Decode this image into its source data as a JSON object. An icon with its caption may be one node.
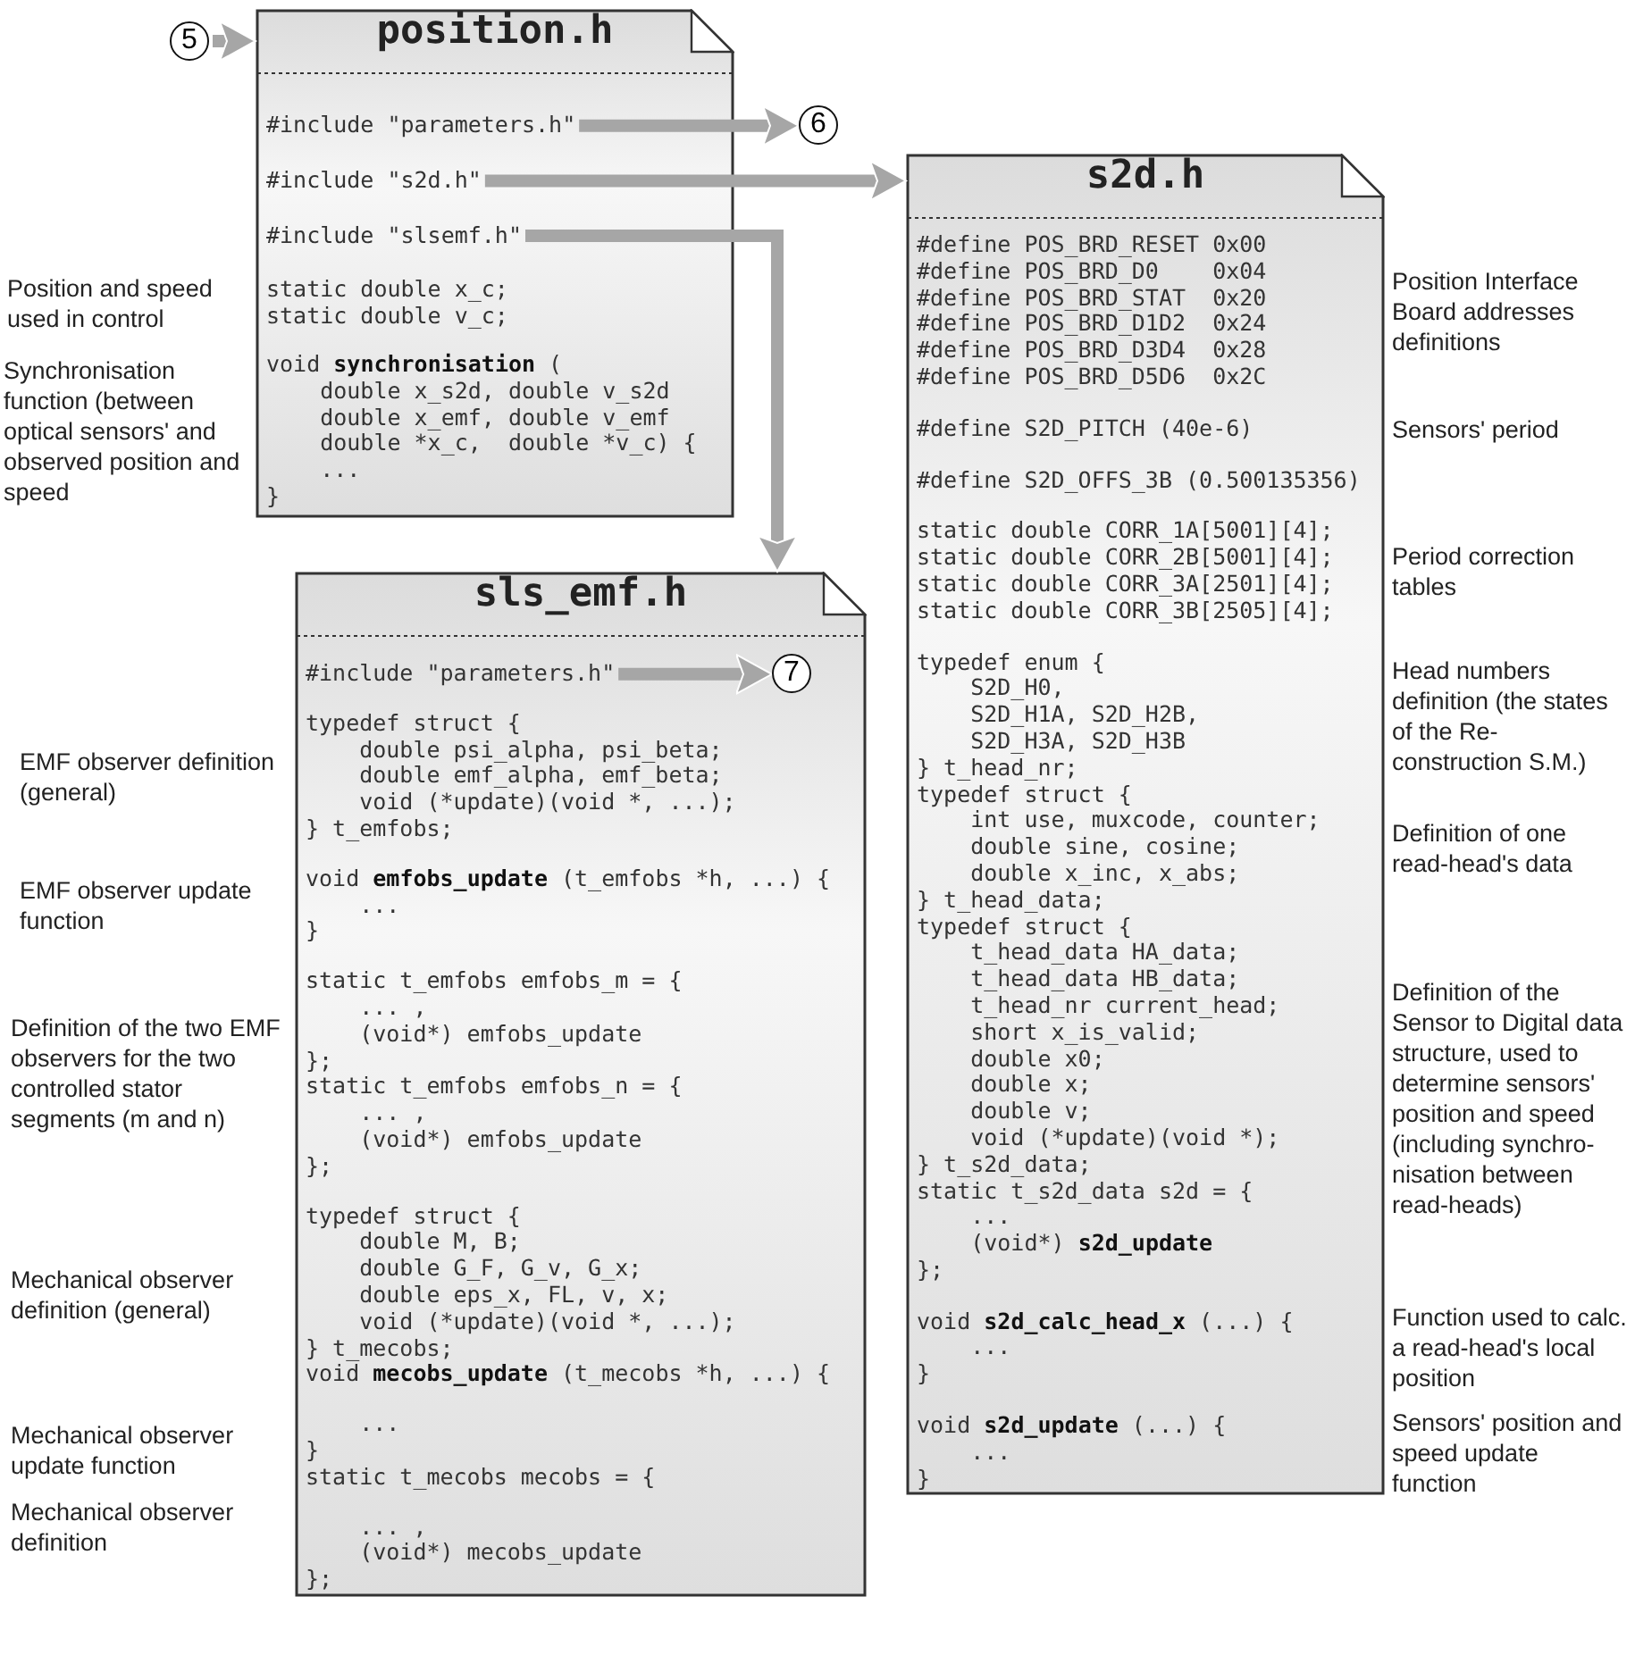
{
  "diagram": {
    "nodes": [
      {
        "text": [
          "5"
        ]
      },
      {
        "text": [
          "position.h",
          "static double x_c;",
          "static double v_c;",
          "void **synchronisation** (",
          "    double x_s2d, double v_s2d",
          "    double x_emf, double v_emf",
          "    double *x_c,  double *v_c) {",
          "    ...",
          "}"
        ]
      },
      {
        "text": [
          "#include \"parameters.h\""
        ],
        "in": 1
      },
      {
        "text": [
          "#include \"s2d.h\""
        ],
        "in": 1
      },
      {
        "text": [
          "#include \"slsemf.h\""
        ],
        "in": 1
      },
      {
        "text": [
          "6"
        ]
      },
      {
        "text": [
          "s2d.h",
          "#define POS_BRD_RESET 0x00",
          "#define POS_BRD_D0    0x04",
          "#define POS_BRD_STAT  0x20",
          "#define POS_BRD_D1D2  0x24",
          "#define POS_BRD_D3D4  0x28",
          "#define POS_BRD_D5D6  0x2C",
          "#define S2D_PITCH (40e-6)",
          "#define S2D_OFFS_3B (0.500135356)",
          "static double CORR_1A[5001][4];",
          "static double CORR_2B[5001][4];",
          "static double CORR_3A[2501][4];",
          "static double CORR_3B[2505][4];",
          "typedef enum {",
          "    S2D_H0,",
          "    S2D_H1A, S2D_H2B,",
          "    S2D_H3A, S2D_H3B",
          "} t_head_nr;",
          "typedef struct {",
          "    int use, muxcode, counter;",
          "    double sine, cosine;",
          "    double x_inc, x_abs;",
          "} t_head_data;",
          "typedef struct {",
          "    t_head_data HA_data;",
          "    t_head_data HB_data;",
          "    t_head_nr current_head;",
          "    short x_is_valid;",
          "    double x0;",
          "    double x;",
          "    double v;",
          "    void (*update)(void *);",
          "} t_s2d_data;",
          "static t_s2d_data s2d = {",
          "    ...",
          "    (void*) **s2d_update**",
          "};",
          "void **s2d_calc_head_x** (...) {",
          "    ...",
          "}",
          "void **s2d_update** (...) {",
          "    ...",
          "}"
        ]
      },
      {
        "text": [
          "sls_emf.h",
          "typedef struct {",
          "    double psi_alpha, psi_beta;",
          "    double emf_alpha, emf_beta;",
          "    void (*update)(void *, ...);",
          "} t_emfobs;",
          "void **emfobs_update** (t_emfobs *h, ...) {",
          "    ...",
          "}",
          "static t_emfobs emfobs_m = {",
          "    ... ,",
          "    (void*) emfobs_update",
          "};",
          "static t_emfobs emfobs_n = {",
          "    ... ,",
          "    (void*) emfobs_update",
          "};",
          "typedef struct {",
          "    double M, B;",
          "    double G_F, G_v, G_x;",
          "    double eps_x, FL, v, x;",
          "    void (*update)(void *, ...);",
          "} t_mecobs;",
          "void **mecobs_update** (t_mecobs *h, ...) {",
          "    ...",
          "}",
          "static t_mecobs mecobs = {",
          "    ... ,",
          "    (void*) mecobs_update",
          "};"
        ]
      },
      {
        "text": [
          "#include \"parameters.h\""
        ],
        "in": 7
      },
      {
        "text": [
          "7"
        ],
        "in": 7
      }
    ],
    "edges": [
      {
        "from": 0,
        "to": 1,
        "arrow": "to"
      },
      {
        "from": 2,
        "to": 5,
        "arrow": "to"
      },
      {
        "from": 3,
        "to": 6,
        "arrow": "to"
      },
      {
        "from": 4,
        "to": 7,
        "arrow": "to"
      },
      {
        "from": 8,
        "to": 9,
        "arrow": "to"
      }
    ],
    "labels": [
      "Position and speed used in control",
      "Synchronisation function (between optical sensors' and observed position and speed",
      "Position Interface Board addresses definitions",
      "Sensors' period",
      "Period correction tables",
      "Head numbers definition (the states of the Re- construction S.M.)",
      "Definition of one read-head's data",
      "Definition of the Sensor to Digital data structure, used to determine sensors' position and speed (including synchro- nisation between read-heads)",
      "Function used to calc. a read-head's local position",
      "Sensors' position and speed update function",
      "EMF observer definition (general)",
      "EMF observer update function",
      "Definition of the two EMF observers for the two controlled stator segments (m and n)",
      "Mechanical observer definition (general)",
      "Mechanical observer update function",
      "Mechanical observer definition"
    ]
  }
}
